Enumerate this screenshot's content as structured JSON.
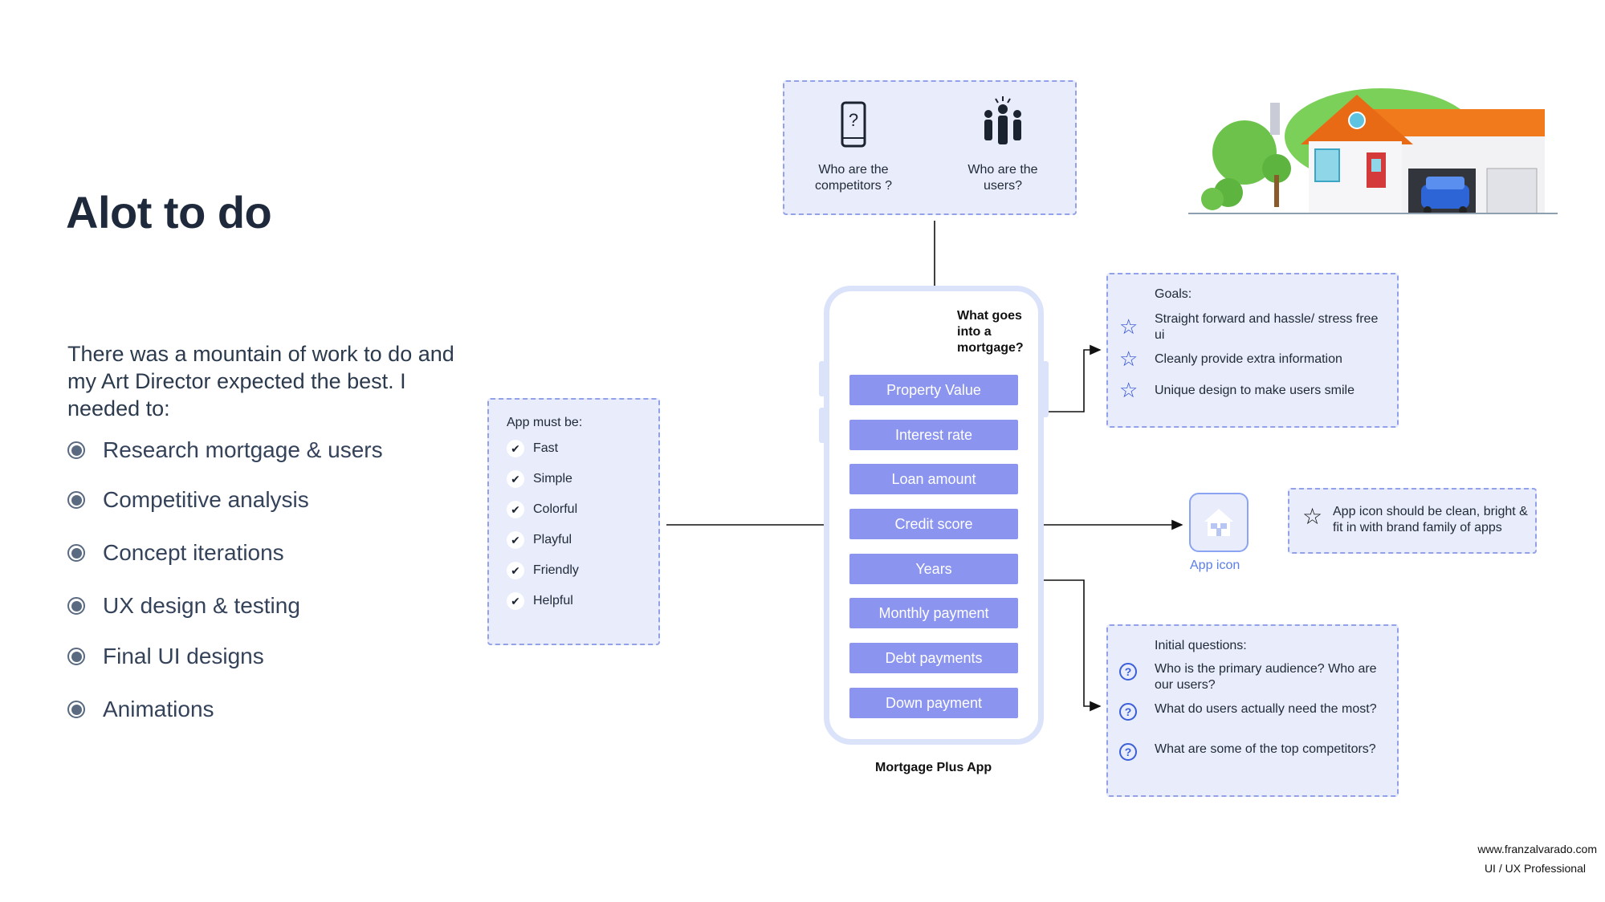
{
  "title": "Alot to do",
  "intro": "There was a mountain of work to do and my Art Director expected the best. I needed to:",
  "todos": [
    "Research mortgage & users",
    "Competitive analysis",
    "Concept iterations",
    "UX design & testing",
    "Final UI designs",
    "Animations"
  ],
  "top_box": {
    "competitors": "Who are the competitors ?",
    "users": "Who are the users?"
  },
  "musts": {
    "heading": "App must be:",
    "items": [
      "Fast",
      "Simple",
      "Colorful",
      "Playful",
      "Friendly",
      "Helpful"
    ]
  },
  "phone": {
    "question": "What goes into a mortgage?",
    "items": [
      "Property Value",
      "Interest rate",
      "Loan amount",
      "Credit score",
      "Years",
      "Monthly payment",
      "Debt payments",
      "Down payment"
    ],
    "caption": "Mortgage Plus App"
  },
  "goals": {
    "heading": "Goals:",
    "items": [
      "Straight forward and hassle/ stress free ui",
      "Cleanly provide extra information",
      "Unique design to make users smile"
    ]
  },
  "app_icon": {
    "label": "App icon",
    "note": "App icon should be clean, bright & fit in with brand family of apps"
  },
  "questions": {
    "heading": "Initial questions:",
    "items": [
      "Who is the primary audience? Who are our users?",
      "What do users actually need the most?",
      "What are some of the top competitors?"
    ]
  },
  "footer": {
    "url": "www.franzalvarado.com",
    "role": "UI / UX Professional"
  },
  "colors": {
    "pill": "#8b94ee",
    "box_fill": "#e8ecfb",
    "box_border": "#93a2e8",
    "title": "#1e2a3b",
    "accent": "#2f4fd6"
  }
}
